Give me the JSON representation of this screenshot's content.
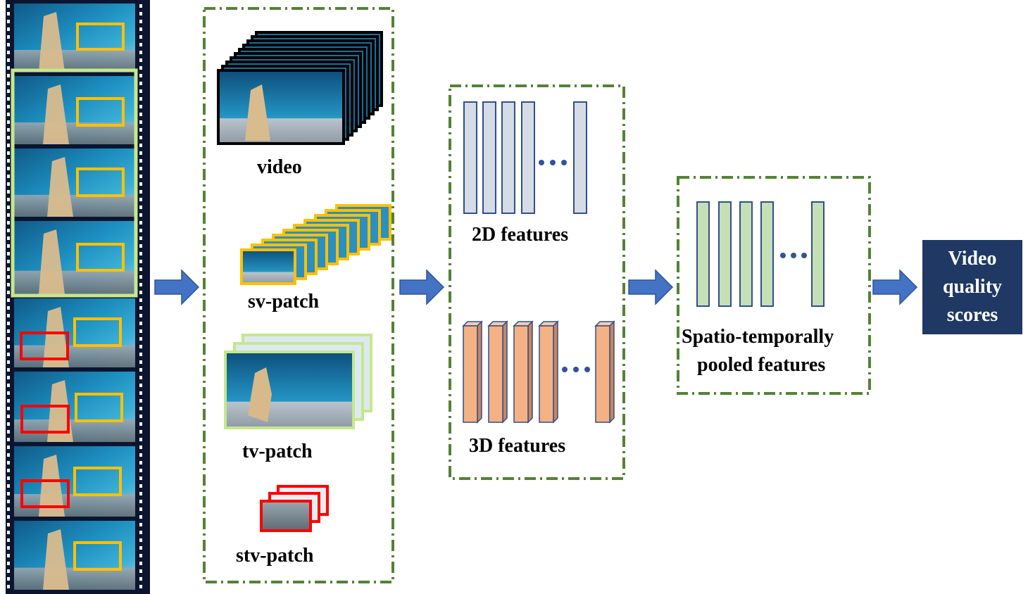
{
  "inputs": {
    "video_label": "video",
    "sv_patch_label": "sv-patch",
    "tv_patch_label": "tv-patch",
    "stv_patch_label": "stv-patch"
  },
  "features": {
    "features_2d_label": "2D features",
    "features_3d_label": "3D features"
  },
  "pooled": {
    "line1": "Spatio-temporally",
    "line2": "pooled features"
  },
  "output": {
    "line1": "Video",
    "line2": "quality",
    "line3": "scores"
  },
  "colors": {
    "dashed_border": "#548235",
    "arrow": "#4472c4",
    "output_box": "#1f3864",
    "feature_2d_fill": "#d6dce5",
    "feature_2d_stroke": "#2f4f8f",
    "feature_3d_fill": "#f4b183",
    "pooled_fill": "#c5e0b4",
    "spatial_patch": "#ffc000",
    "temporal_patch": "#c5e88b",
    "spatiotemporal_patch": "#ff0000",
    "film_strip": "#0b1530"
  }
}
